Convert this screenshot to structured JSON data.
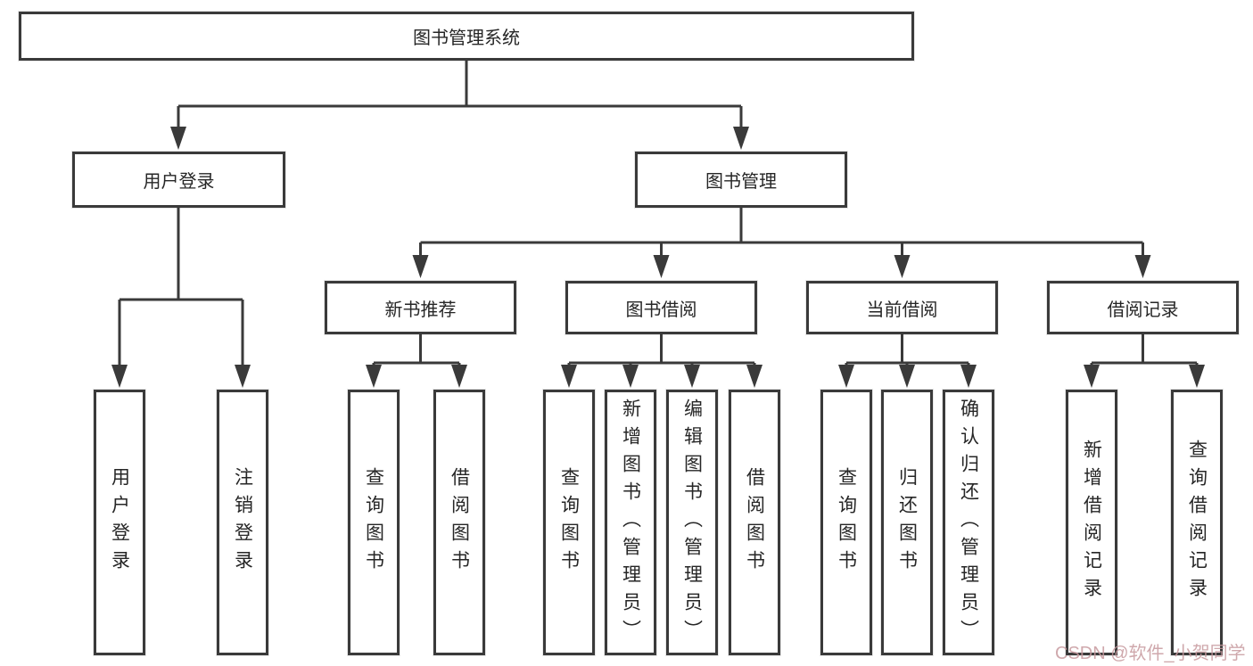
{
  "diagram": {
    "root_label": "图书管理系统",
    "watermark": "CSDN @软件_小贺同学"
  },
  "level2": {
    "user_login": "用户登录",
    "book_management": "图书管理"
  },
  "level3": {
    "new_book_recommend": "新书推荐",
    "book_borrow": "图书借阅",
    "current_borrow": "当前借阅",
    "borrow_record": "借阅记录"
  },
  "leaves": {
    "user_login": "用户登录",
    "logout": "注销登录",
    "recommend_query_book": "查询图书",
    "recommend_borrow_book": "借阅图书",
    "borrow_query_book": "查询图书",
    "borrow_add_book": "新增图书（管理员）",
    "borrow_edit_book": "编辑图书（管理员）",
    "borrow_borrow_book": "借阅图书",
    "current_query_book": "查询图书",
    "current_return_book": "归还图书",
    "current_confirm_return": "确认归还（管理员）",
    "record_add_record": "新增借阅记录",
    "record_query_record": "查询借阅记录"
  },
  "colors": {
    "line": "#3a3a3a",
    "text": "#262626",
    "background": "#ffffff",
    "watermark": "#c7999d"
  }
}
